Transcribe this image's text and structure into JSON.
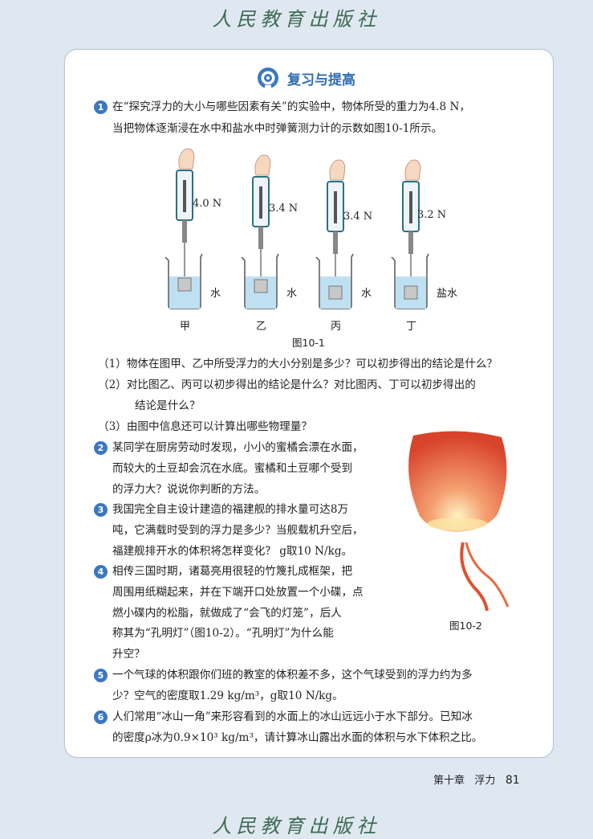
{
  "publisher": "人民教育出版社",
  "section": {
    "title": "复习与提高",
    "icon": "target-icon"
  },
  "questions": [
    {
      "number": "1",
      "lines": [
        "在“探究浮力的大小与哪些因素有关”的实验中，物体所受的重力为4.8 N，",
        "当把物体逐渐浸在水中和盐水中时弹簧测力计的示数如图10-1所示。"
      ],
      "sub": [
        {
          "lines": [
            "（1）物体在图甲、乙中所受浮力的大小分别是多少？可以初步得出的结论是什么？"
          ]
        },
        {
          "lines": [
            "（2）对比图乙、丙可以初步得出的结论是什么？对比图丙、丁可以初步得出的",
            "结论是什么？"
          ]
        },
        {
          "lines": [
            "（3）由图中信息还可以计算出哪些物理量？"
          ]
        }
      ]
    },
    {
      "number": "2",
      "lines": [
        "某同学在厨房劳动时发现，小小的蜜橘会漂在水面，",
        "而较大的土豆却会沉在水底。蜜橘和土豆哪个受到",
        "的浮力大？说说你判断的方法。"
      ]
    },
    {
      "number": "3",
      "lines": [
        "我国完全自主设计建造的福建舰的排水量可达8万",
        "吨，它满载时受到的浮力是多少？当舰载机升空后，",
        "福建舰排开水的体积将怎样变化？ g取10 N/kg。"
      ]
    },
    {
      "number": "4",
      "lines": [
        "相传三国时期，诸葛亮用很轻的竹篾扎成框架，把",
        "周围用纸糊起来，并在下端开口处放置一个小碟，点",
        "燃小碟内的松脂，就做成了“会飞的灯笼”，后人",
        "称其为“孔明灯”（图10-2）。“孔明灯”为什么能",
        "升空？"
      ]
    },
    {
      "number": "5",
      "lines": [
        "一个气球的体积跟你们班的教室的体积差不多，这个气球受到的浮力约为多",
        "少？空气的密度取1.29 kg/m³，g取10 N/kg。"
      ]
    },
    {
      "number": "6",
      "lines": [
        "人们常用“冰山一角”来形容看到的水面上的冰山远远小于水下部分。已知冰",
        "的密度ρ冰为0.9×10³ kg/m³，请计算冰山露出水面的体积与水下体积之比。"
      ]
    }
  ],
  "figure1": {
    "caption": "图10-1",
    "setups": [
      {
        "reading": "4.0 N",
        "liquid": "水",
        "label": "甲",
        "depth": "partial"
      },
      {
        "reading": "3.4 N",
        "liquid": "水",
        "label": "乙",
        "depth": "full"
      },
      {
        "reading": "3.4 N",
        "liquid": "水",
        "label": "丙",
        "depth": "deeper"
      },
      {
        "reading": "3.2 N",
        "liquid": "盐水",
        "label": "丁",
        "depth": "deeper"
      }
    ]
  },
  "figure2": {
    "caption": "图10-2"
  },
  "footer": {
    "chapter": "第十章",
    "title": "浮力",
    "page": "81"
  },
  "colors": {
    "accent": "#2f6db4",
    "water": "#bfe0f2",
    "background": "#dfe7f1"
  }
}
